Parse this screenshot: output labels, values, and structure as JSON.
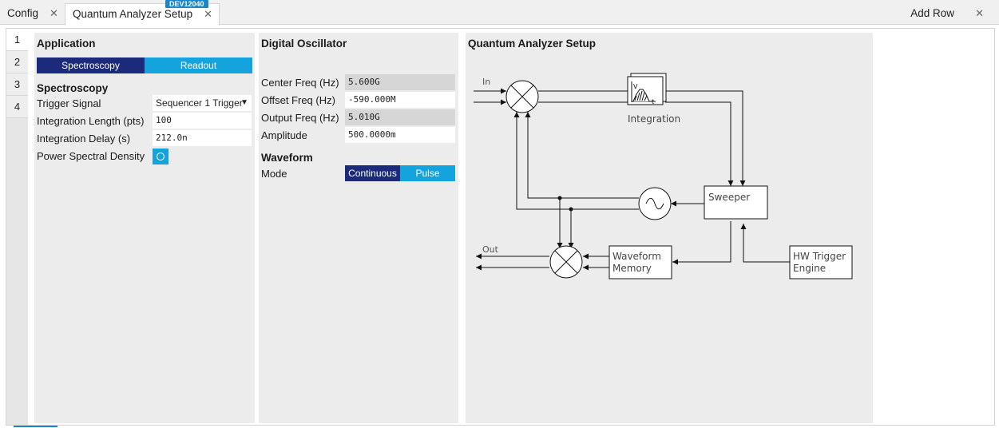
{
  "tabs": [
    {
      "label": "Config",
      "close": "✕"
    },
    {
      "label": "Quantum Analyzer Setup",
      "close": "✕",
      "badge": "DEV12040"
    }
  ],
  "toolbar": {
    "add_row": "Add Row",
    "close_all": "✕"
  },
  "rows": [
    "1",
    "2",
    "3",
    "4"
  ],
  "application": {
    "title": "Application",
    "modes": [
      "Spectroscopy",
      "Readout"
    ],
    "selected_mode": "Spectroscopy",
    "section": "Spectroscopy",
    "trigger_signal_label": "Trigger Signal",
    "trigger_signal_value": "Sequencer 1 Trigger",
    "integration_length_label": "Integration Length (pts)",
    "integration_length_value": "100",
    "integration_delay_label": "Integration Delay (s)",
    "integration_delay_value": "212.0n",
    "psd_label": "Power Spectral Density"
  },
  "oscillator": {
    "title": "Digital Oscillator",
    "center_freq_label": "Center Freq (Hz)",
    "center_freq_value": "5.600G",
    "offset_freq_label": "Offset Freq (Hz)",
    "offset_freq_value": "-590.000M",
    "output_freq_label": "Output Freq (Hz)",
    "output_freq_value": "5.010G",
    "amplitude_label": "Amplitude",
    "amplitude_value": "500.0000m",
    "waveform_title": "Waveform",
    "mode_label": "Mode",
    "modes": [
      "Continuous",
      "Pulse"
    ],
    "selected_mode": "Continuous"
  },
  "diagram": {
    "title": "Quantum Analyzer Setup",
    "in_label": "In",
    "out_label": "Out",
    "integration_label": "Integration",
    "sweeper_label": "Sweeper",
    "waveform_memory_label": [
      "Waveform",
      "Memory"
    ],
    "hw_trigger_label": [
      "HW Trigger",
      "Engine"
    ],
    "v_label": "V",
    "t_label": "t"
  },
  "colors": {
    "accent_dark": "#1b2a7a",
    "accent_light": "#14a3dc",
    "badge": "#1a87c9"
  }
}
